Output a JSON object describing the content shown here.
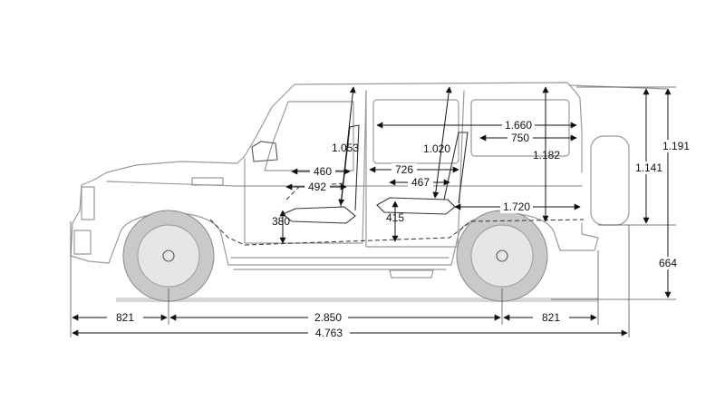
{
  "dimensions": {
    "front_overhang": "821",
    "wheelbase": "2.850",
    "rear_overhang": "821",
    "overall_length": "4.763",
    "height_total": "1.191",
    "height_body": "1.141",
    "ground_to_floor": "664",
    "front_headroom": "1.053",
    "rear_headroom": "1.020",
    "cargo_height": "1.182",
    "roof_length": "1.660",
    "cargo_window_length": "750",
    "cargo_floor_length": "1.720",
    "front_seat_depth": "460",
    "front_legroom": "492",
    "rear_seat_pitch": "726",
    "rear_legroom": "467",
    "front_seat_height": "380",
    "rear_seat_height": "415"
  }
}
